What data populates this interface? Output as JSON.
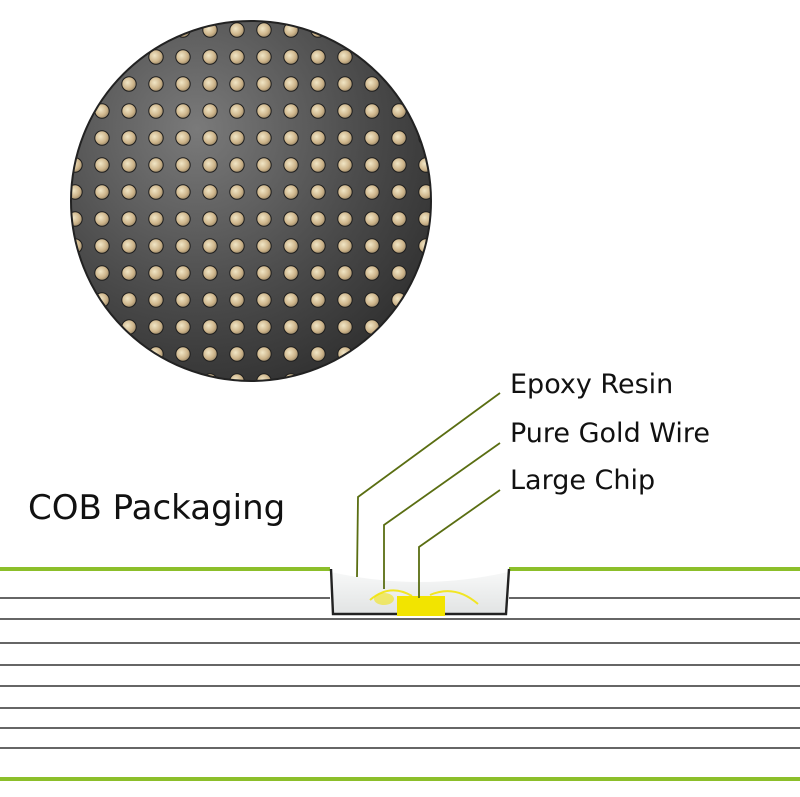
{
  "title": "COB Packaging",
  "callouts": [
    {
      "id": "epoxy",
      "label": "Epoxy Resin"
    },
    {
      "id": "wire",
      "label": "Pure Gold Wire"
    },
    {
      "id": "chip",
      "label": "Large Chip"
    }
  ],
  "colors": {
    "leader_line": "#5a6e12",
    "green_layer": "#8cbf2a",
    "layer_line": "#333333",
    "chip": "#f2e400",
    "epoxy": "#eceeee",
    "panel_dark": "#3a3a3a",
    "led_dot": "#d9c9a6"
  },
  "icons": {
    "magnifier": "led-closeup-circle"
  }
}
